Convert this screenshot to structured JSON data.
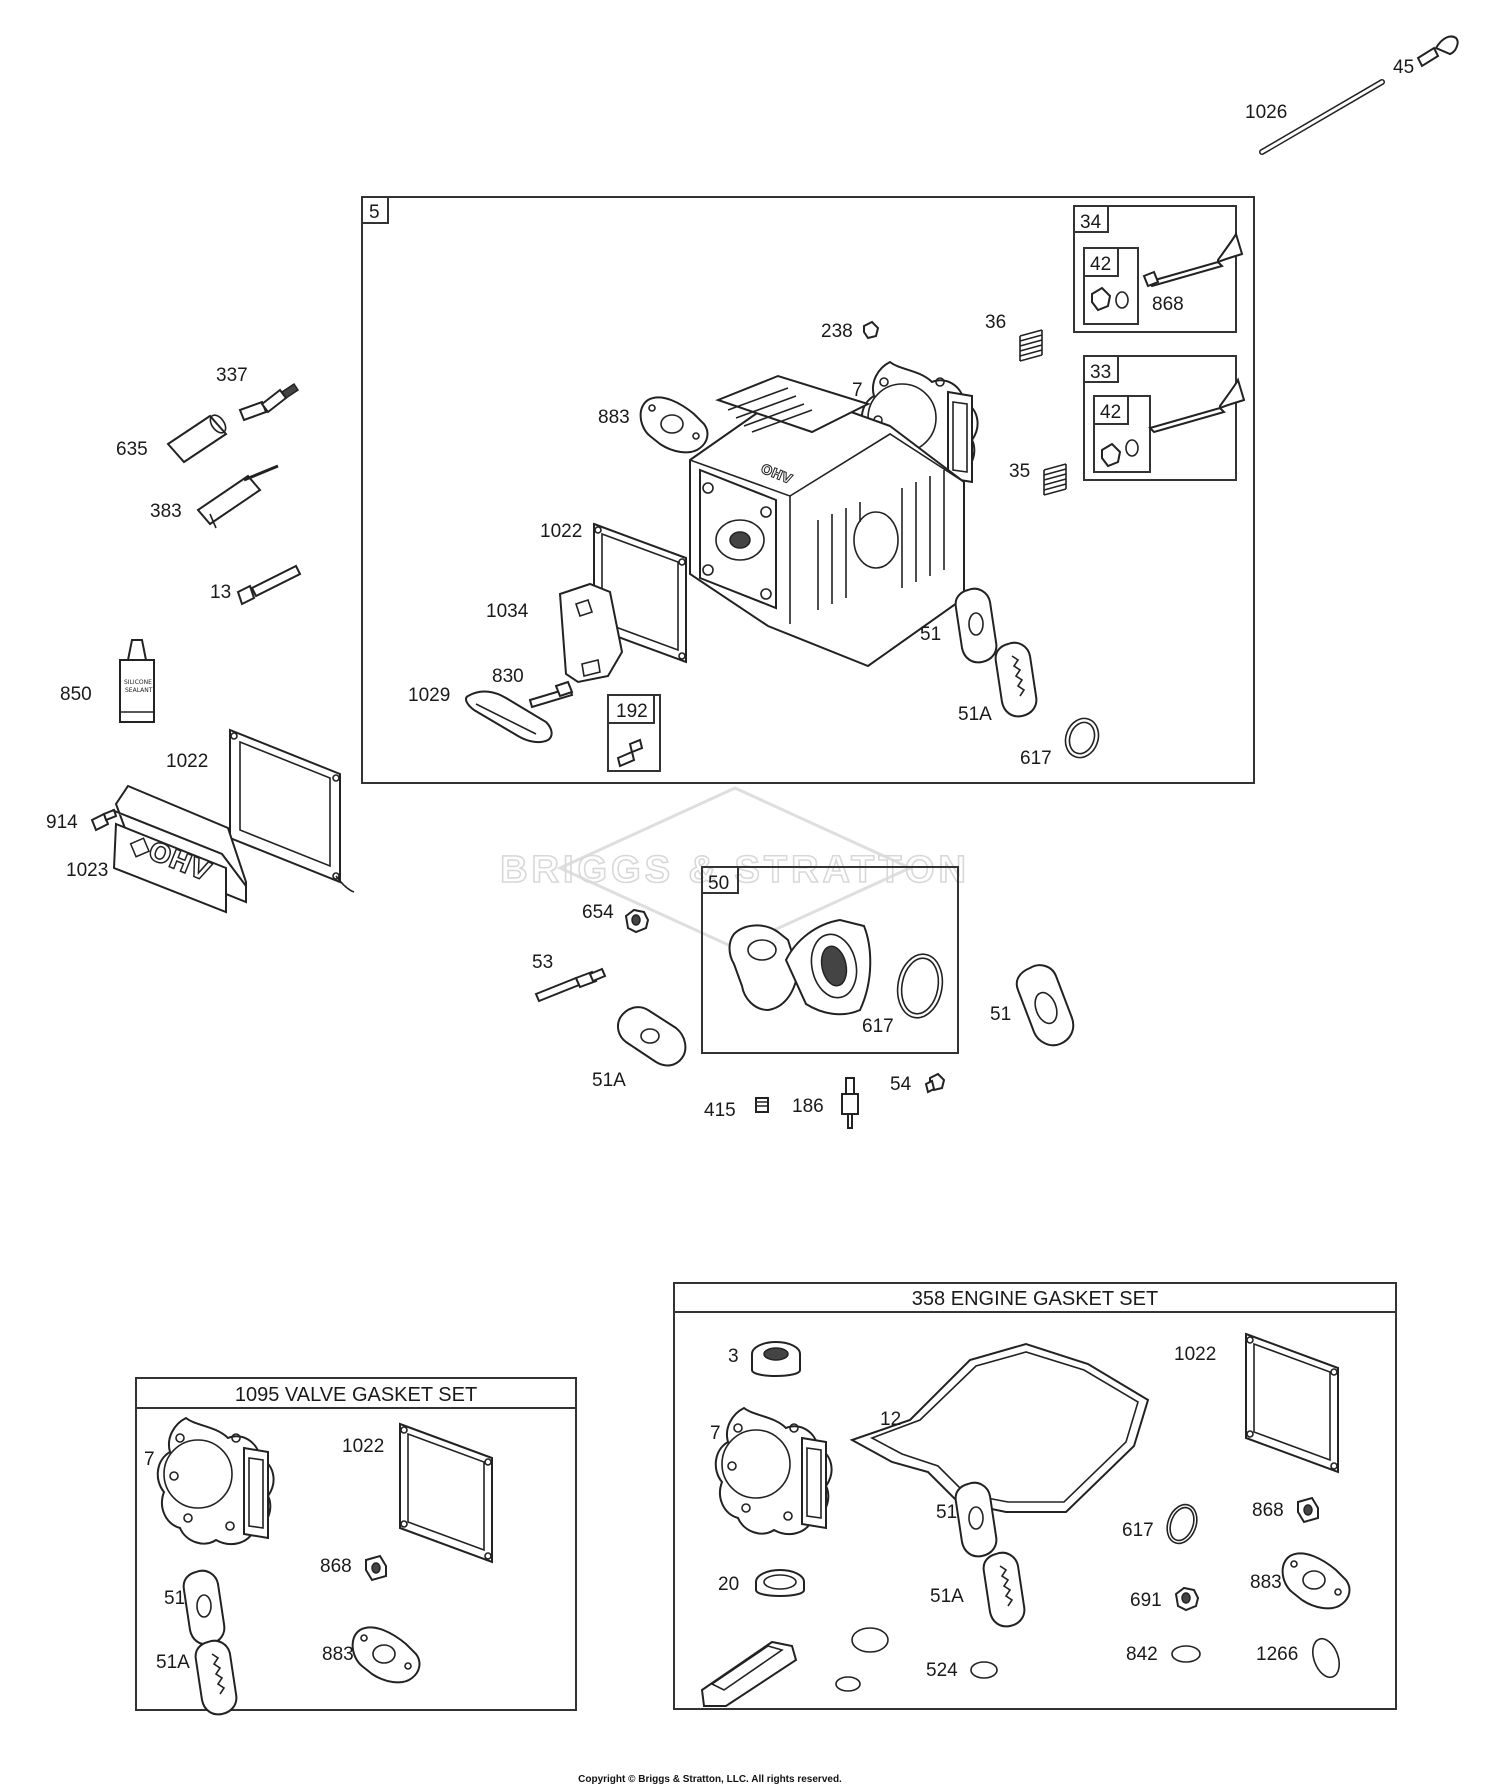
{
  "watermark": "BRIGGS & STRATTON",
  "copyright": "Copyright © Briggs & Stratton, LLC. All rights reserved.",
  "kits": {
    "valve_gasket_set": "1095 VALVE GASKET SET",
    "engine_gasket_set": "358 ENGINE GASKET SET"
  },
  "callouts": {
    "box_cylinder_head": "5",
    "box_exhaust_valve": "34",
    "box_intake_valve": "33",
    "box_retainer_a": "42",
    "box_retainer_b": "42",
    "box_screw": "192",
    "box_intake_manifold": "50",
    "push_rod": "1026",
    "rocker_arm": "45",
    "spark_plug": "337",
    "spark_plug_tube": "635",
    "spark_plug_tool": "383",
    "stud": "13",
    "sealant": "850",
    "valve_cover_gasket": "1022",
    "breather_bolt": "914",
    "valve_cover": "1023",
    "plug_238": "238",
    "valve_spring_36": "36",
    "seal_868": "868",
    "gasket_7": "7",
    "gasket_883": "883",
    "valve_spring_35": "35",
    "head_gasket_1022": "1022",
    "plate_1034": "1034",
    "gasket_51": "51",
    "stud_830": "830",
    "shield_1029": "1029",
    "gasket_51a": "51A",
    "o_ring_617": "617",
    "nut_654": "654",
    "stud_53": "53",
    "manifold_o_ring_617": "617",
    "manifold_gasket_51": "51",
    "manifold_gasket_51a": "51A",
    "screw_54": "54",
    "plug_415": "415",
    "sensor_186": "186",
    "vgs_7": "7",
    "vgs_1022": "1022",
    "vgs_868": "868",
    "vgs_51": "51",
    "vgs_51a": "51A",
    "vgs_883": "883",
    "egs_3": "3",
    "egs_7": "7",
    "egs_12": "12",
    "egs_1022": "1022",
    "egs_51": "51",
    "egs_617": "617",
    "egs_868": "868",
    "egs_20": "20",
    "egs_51a": "51A",
    "egs_691": "691",
    "egs_883": "883",
    "egs_842": "842",
    "egs_1266": "1266",
    "egs_524": "524"
  }
}
